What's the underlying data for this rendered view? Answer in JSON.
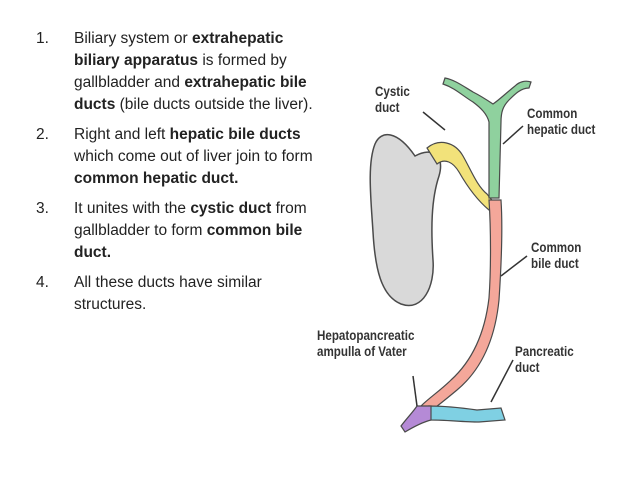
{
  "points": [
    {
      "number": "1.",
      "parts": [
        {
          "text": "Biliary system or ",
          "bold": false
        },
        {
          "text": "extrahepatic biliary apparatus",
          "bold": true
        },
        {
          "text": " is formed by gallbladder and ",
          "bold": false
        },
        {
          "text": "extrahepatic bile ducts",
          "bold": true
        },
        {
          "text": " (bile ducts outside the liver).",
          "bold": false
        }
      ]
    },
    {
      "number": "2.",
      "parts": [
        {
          "text": "Right and left ",
          "bold": false
        },
        {
          "text": "hepatic bile ducts",
          "bold": true
        },
        {
          "text": " which come out of liver join to form ",
          "bold": false
        },
        {
          "text": "common hepatic duct.",
          "bold": true
        }
      ]
    },
    {
      "number": "3.",
      "parts": [
        {
          "text": "It unites with the ",
          "bold": false
        },
        {
          "text": "cystic duct",
          "bold": true
        },
        {
          "text": " from gallbladder to form ",
          "bold": false
        },
        {
          "text": "common bile duct.",
          "bold": true
        }
      ]
    },
    {
      "number": "4.",
      "parts": [
        {
          "text": "All these ducts have similar structures.",
          "bold": false
        }
      ]
    }
  ],
  "diagram": {
    "labels": {
      "cystic_duct_1": "Cystic",
      "cystic_duct_2": "duct",
      "common_hepatic_1": "Common",
      "common_hepatic_2": "hepatic duct",
      "common_bile_1": "Common",
      "common_bile_2": "bile duct",
      "ampulla_1": "Hepatopancreatic",
      "ampulla_2": "ampulla of Vater",
      "pancreatic_1": "Pancreatic",
      "pancreatic_2": "duct"
    },
    "colors": {
      "gallbladder": "#d9d9d9",
      "cystic_duct": "#f2e27a",
      "hepatic_ducts": "#8fd19e",
      "common_bile_duct": "#f4a79a",
      "pancreatic_duct": "#7fd0e3",
      "ampulla": "#b58ad6",
      "outline": "#4a4a4a"
    }
  }
}
